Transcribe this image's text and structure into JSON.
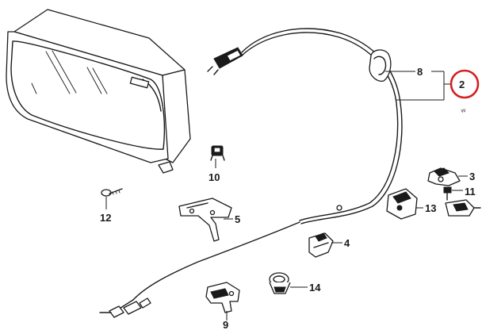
{
  "callouts": {
    "p2": "2",
    "p3": "3",
    "p4": "4",
    "p5": "5",
    "p8": "8",
    "p9": "9",
    "p10": "10",
    "p11": "11",
    "p12": "12",
    "p13": "13",
    "p14": "14"
  },
  "marks": {
    "watermark_w": "W"
  },
  "colors": {
    "line": "#1a1a1a",
    "highlight_circle": "#d32020",
    "background": "#ffffff"
  }
}
